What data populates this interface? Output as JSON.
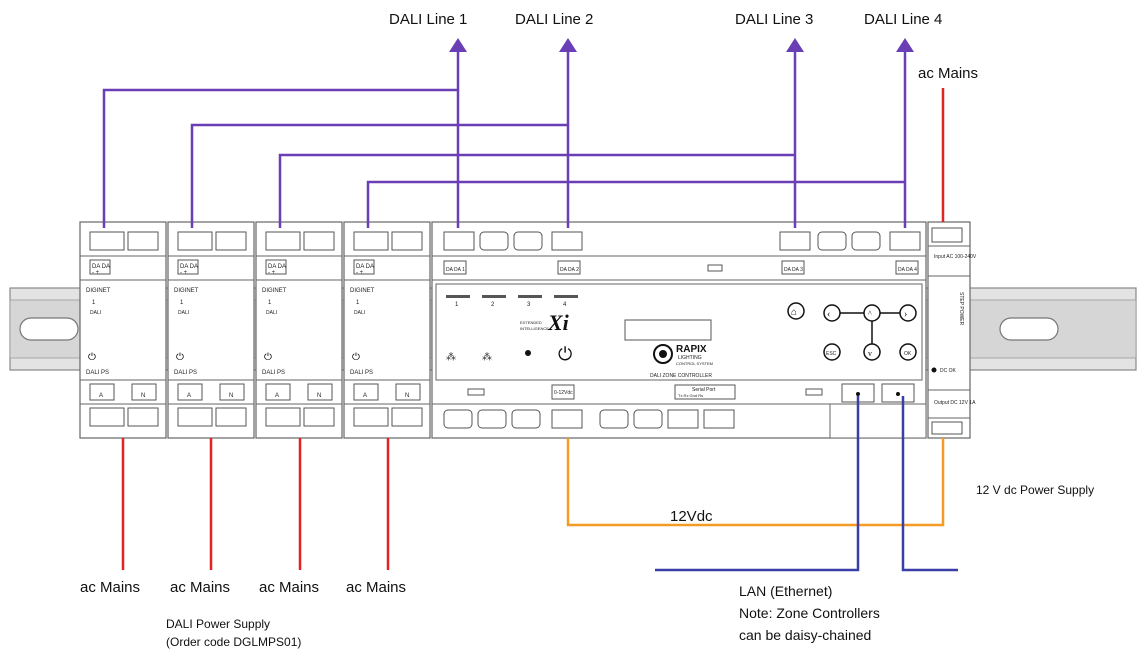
{
  "dali_lines": [
    "DALI Line 1",
    "DALI Line 2",
    "DALI Line 3",
    "DALI Line 4"
  ],
  "ac_mains_top": "ac Mains",
  "ac_mains_bottom": [
    "ac Mains",
    "ac Mains",
    "ac Mains",
    "ac Mains"
  ],
  "power_supply_label": "12 V dc Power Supply",
  "dc_label": "12Vdc",
  "lan_lines": [
    "LAN (Ethernet)",
    "Note: Zone Controllers",
    "can be daisy-chained"
  ],
  "dali_ps_caption": [
    "DALI Power Supply",
    "(Order code DGLMPS01)"
  ],
  "module_text": {
    "dada": "DA DA",
    "polarity": "-  +",
    "brand": "DIGINET",
    "channel": "1",
    "dali": "DALI",
    "ps_name": "DALI PS",
    "terminal_a": "A",
    "terminal_n": "N"
  },
  "controller_text": {
    "ports": [
      "1",
      "2",
      "3",
      "4"
    ],
    "dada_ports": [
      "DA DA 1",
      "DA DA 2",
      "DA DA 3",
      "DA DA 4"
    ],
    "extended": "EXTENDED",
    "intelligence": "INTELLIGENCE",
    "xi": "Xi",
    "brand": "RAPIX",
    "brand_sub": "LIGHTING",
    "brand_sub2": "CONTROL SYSTEM",
    "name": "DALI ZONE CONTROLLER",
    "esc": "ESC",
    "ok": "OK",
    "vdc": "0-12Vdc",
    "serial": "Serial Port",
    "serial_pins": "Tx   Rx   Gnd   Rs"
  },
  "step_text": {
    "input": "Input AC 100-240V",
    "brand": "STEP POWER",
    "dc_ok": "DC OK",
    "output": "Output DC 12V 1A"
  },
  "colors": {
    "dali": "#6a3fb5",
    "mains": "#e02424",
    "dc": "#f59a23",
    "lan": "#3a3fa8",
    "device_line": "#666666",
    "rail": "#d8d8d8"
  }
}
